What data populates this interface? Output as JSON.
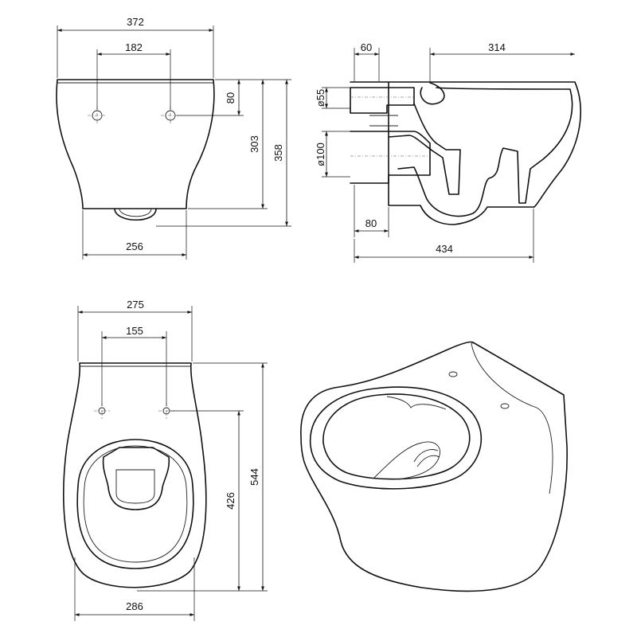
{
  "dimensions": {
    "front": {
      "overall_width": "372",
      "hole_spacing": "182",
      "hole_height": "80",
      "height_to_base": "303",
      "total_height": "358",
      "base_width": "256"
    },
    "side": {
      "back_depth": "60",
      "bowl_depth": "314",
      "inlet_diameter": "ø55",
      "outlet_diameter": "ø100",
      "outlet_offset": "80",
      "overall_depth": "434"
    },
    "top": {
      "back_width": "275",
      "hole_spacing": "155",
      "hole_to_front": "426",
      "overall_length": "544",
      "max_width": "286"
    }
  }
}
